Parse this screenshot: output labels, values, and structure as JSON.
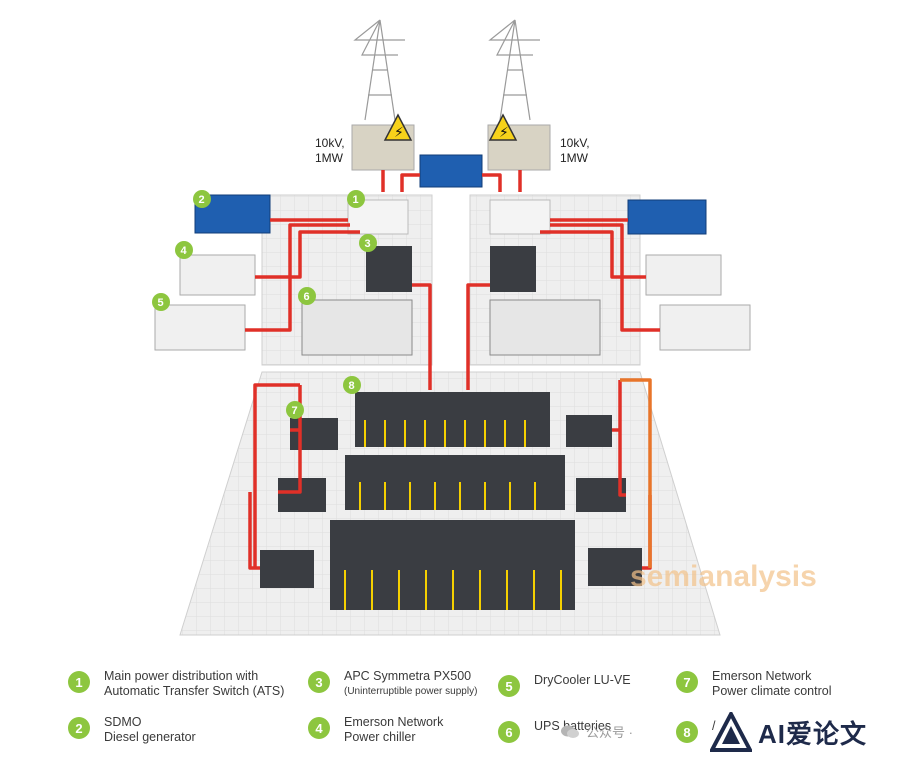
{
  "diagram": {
    "left_feed_label": [
      "10kV,",
      "1MW"
    ],
    "right_feed_label": [
      "10kV,",
      "1MW"
    ],
    "callouts": [
      "1",
      "2",
      "3",
      "4",
      "5",
      "6",
      "7",
      "8"
    ]
  },
  "legend": {
    "items": [
      {
        "num": "1",
        "line1": "Main power distribution with",
        "line2": "Automatic Transfer Switch (ATS)"
      },
      {
        "num": "2",
        "line1": "SDMO",
        "line2": "Diesel generator"
      },
      {
        "num": "3",
        "line1": "APC Symmetra PX500",
        "sub": "(Uninterruptible power supply)"
      },
      {
        "num": "4",
        "line1": "Emerson Network",
        "line2": "Power chiller"
      },
      {
        "num": "5",
        "line1": "DryCooler LU-VE"
      },
      {
        "num": "6",
        "line1": "UPS batteries"
      },
      {
        "num": "7",
        "line1": "Emerson Network",
        "line2": "Power climate control"
      },
      {
        "num": "8",
        "line1": "/"
      }
    ]
  },
  "watermarks": {
    "semianalysis": "semianalysis",
    "wechat": "公众号 ·",
    "logo": "AI爱论文"
  },
  "colors": {
    "accent": "#8dc63f",
    "cable": "#e03028",
    "generator": "#1f5fb0",
    "floor": "#ececec"
  }
}
